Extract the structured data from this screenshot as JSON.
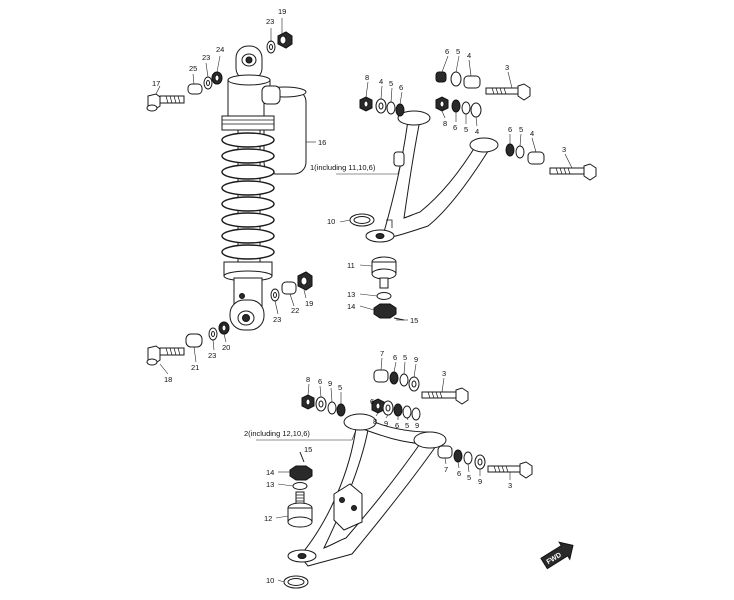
{
  "labels": {
    "shock_top": [
      "23",
      "19",
      "24",
      "23",
      "25",
      "17",
      "16"
    ],
    "shock_bottom": [
      "19",
      "22",
      "23",
      "23",
      "20",
      "21",
      "18"
    ],
    "upper_arm_row1": [
      "8",
      "4",
      "5",
      "6",
      "6",
      "5",
      "4",
      "3"
    ],
    "upper_arm_row2": [
      "8",
      "6",
      "5",
      "4",
      "6",
      "5",
      "4",
      "3"
    ],
    "upper_arm_misc": [
      "10",
      "11",
      "13",
      "14",
      "15"
    ],
    "upper_arm_note": "1(including 11,10,6)",
    "lower_arm_row1": [
      "7",
      "6",
      "5",
      "9",
      "3"
    ],
    "lower_arm_row2": [
      "8",
      "6",
      "9",
      "5",
      "6",
      "8",
      "9",
      "6",
      "5",
      "9"
    ],
    "lower_arm_row3": [
      "7",
      "6",
      "5",
      "9",
      "3"
    ],
    "lower_arm_misc": [
      "15",
      "14",
      "13",
      "12",
      "10"
    ],
    "lower_arm_note": "2(including 12,10,6)",
    "fwd": "FWD"
  },
  "colors": {
    "line": "#1a1a1a",
    "fill": "#ffffff",
    "dark": "#2a2a2a"
  }
}
